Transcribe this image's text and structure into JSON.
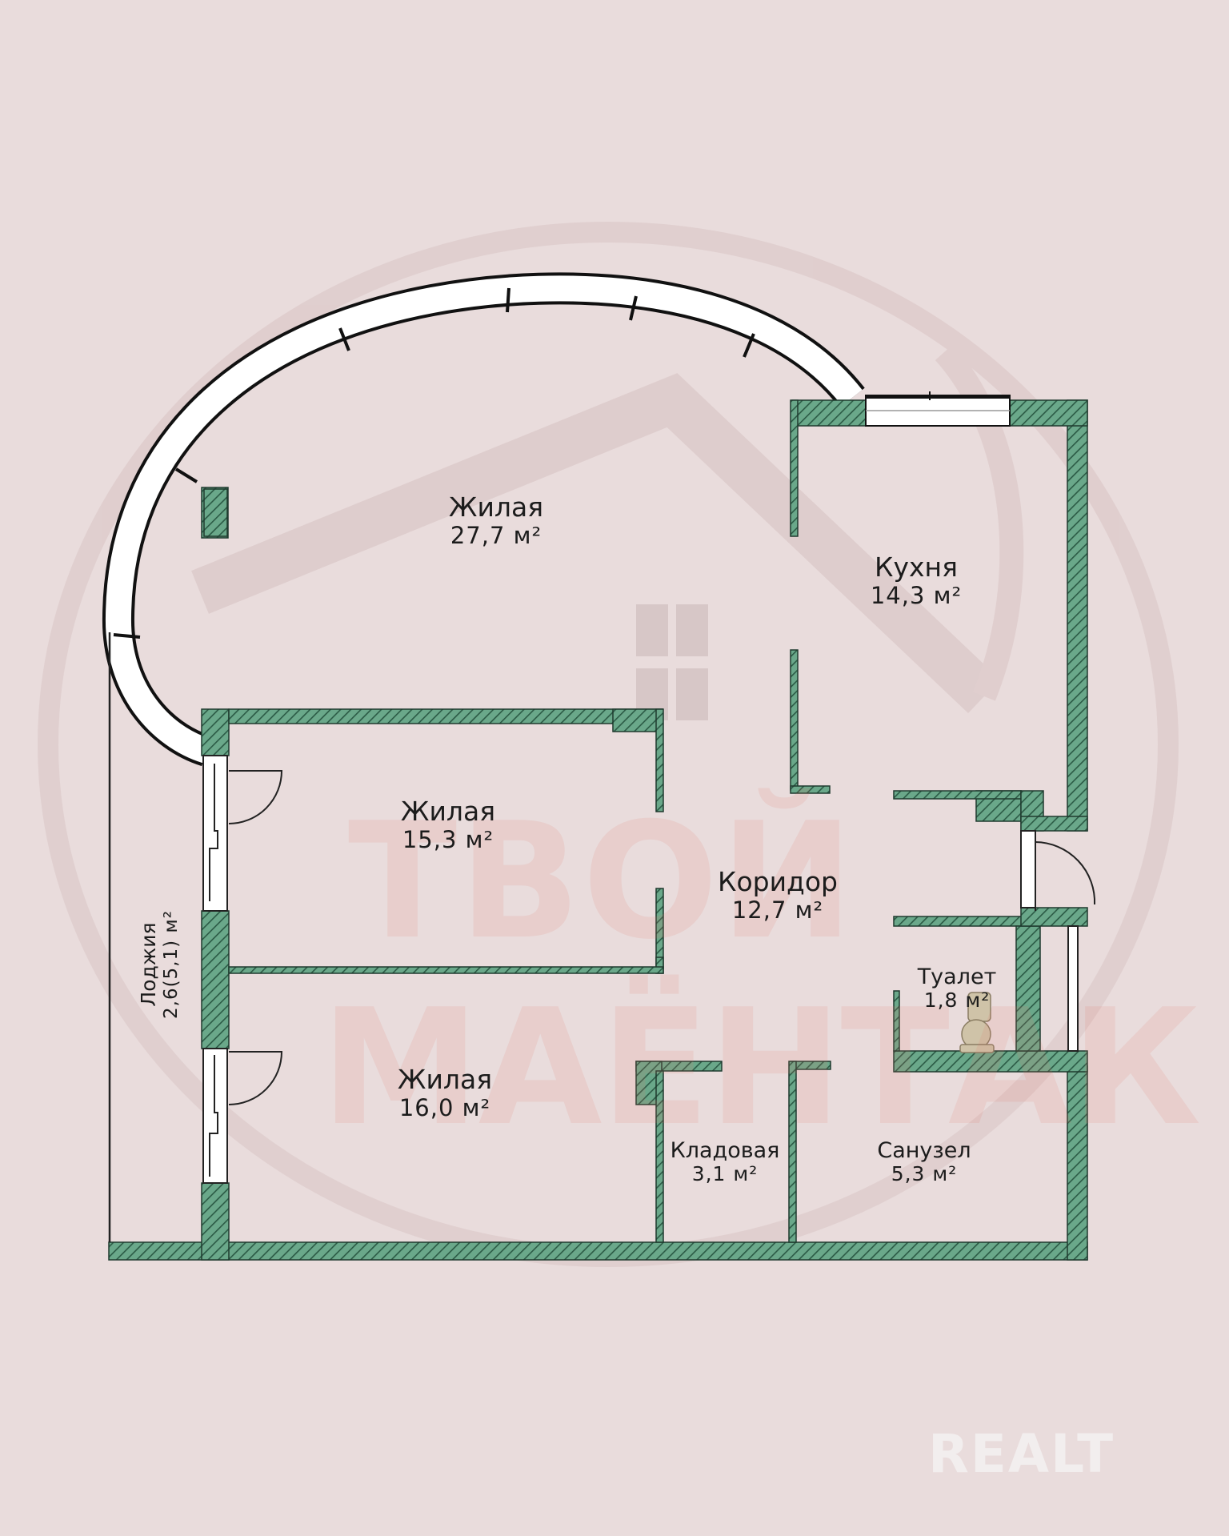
{
  "rooms": {
    "living_large": {
      "name": "Жилая",
      "area": "27,7 м²"
    },
    "kitchen": {
      "name": "Кухня",
      "area": "14,3 м²"
    },
    "living_middle": {
      "name": "Жилая",
      "area": "15,3 м²"
    },
    "corridor": {
      "name": "Коридор",
      "area": "12,7 м²"
    },
    "toilet": {
      "name": "Туалет",
      "area": "1,8 м²"
    },
    "loggia": {
      "name": "Лоджия",
      "area": "2,6(5,1) м²"
    },
    "living_lower": {
      "name": "Жилая",
      "area": "16,0 м²"
    },
    "storage": {
      "name": "Кладовая",
      "area": "3,1 м²"
    },
    "bathroom": {
      "name": "Санузел",
      "area": "5,3 м²"
    }
  },
  "watermark": {
    "line1": "ТВОЙ",
    "line2": "МАЁНТАК"
  },
  "brand": "REALT",
  "colors": {
    "background": "#e9dcdc",
    "wall": "#6aa88a",
    "hatch": "#2b5a45",
    "outline": "#111111"
  }
}
